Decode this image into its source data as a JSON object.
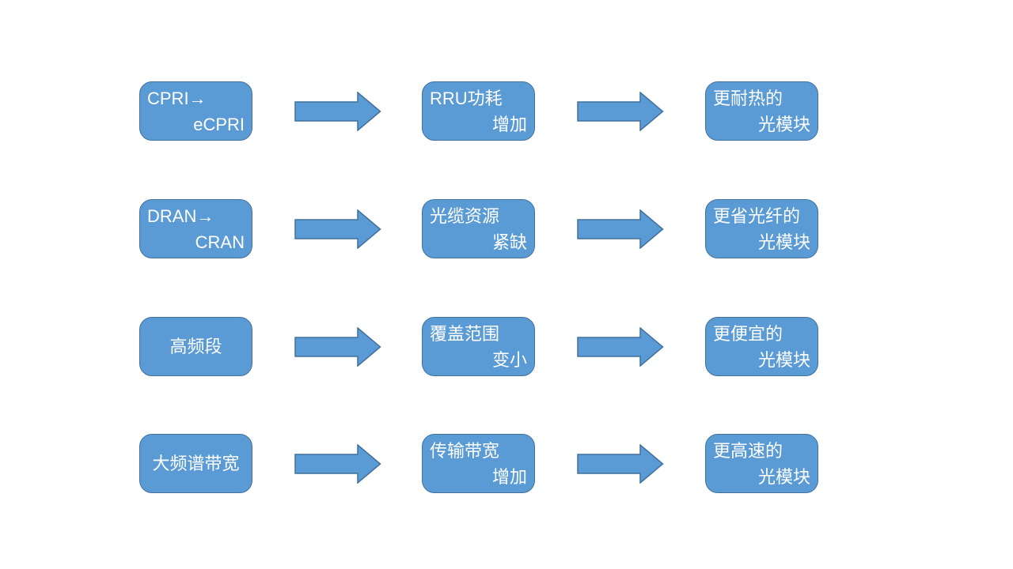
{
  "colors": {
    "background": "#FFFFFF",
    "box_fill": "#5B9BD5",
    "box_border": "#41719C",
    "arrow_fill": "#5B9BD5",
    "arrow_border": "#41719C",
    "text": "#FFFFFF"
  },
  "icons": {
    "flow_arrow": "right-arrow"
  },
  "rows": [
    {
      "boxes": [
        {
          "line1": "CPRI→",
          "line2": "eCPRI"
        },
        {
          "line1": "RRU功耗",
          "line2": "增加"
        },
        {
          "line1": "更耐热的",
          "line2": "光模块"
        }
      ]
    },
    {
      "boxes": [
        {
          "line1": "DRAN→",
          "line2": "CRAN"
        },
        {
          "line1": "光缆资源",
          "line2": "紧缺"
        },
        {
          "line1": "更省光纤的",
          "line2": "光模块"
        }
      ]
    },
    {
      "boxes": [
        {
          "line1": "高频段",
          "line2": ""
        },
        {
          "line1": "覆盖范围",
          "line2": "变小"
        },
        {
          "line1": "更便宜的",
          "line2": "光模块"
        }
      ]
    },
    {
      "boxes": [
        {
          "line1": "大频谱带宽",
          "line2": ""
        },
        {
          "line1": "传输带宽",
          "line2": "增加"
        },
        {
          "line1": "更高速的",
          "line2": "光模块"
        }
      ]
    }
  ]
}
